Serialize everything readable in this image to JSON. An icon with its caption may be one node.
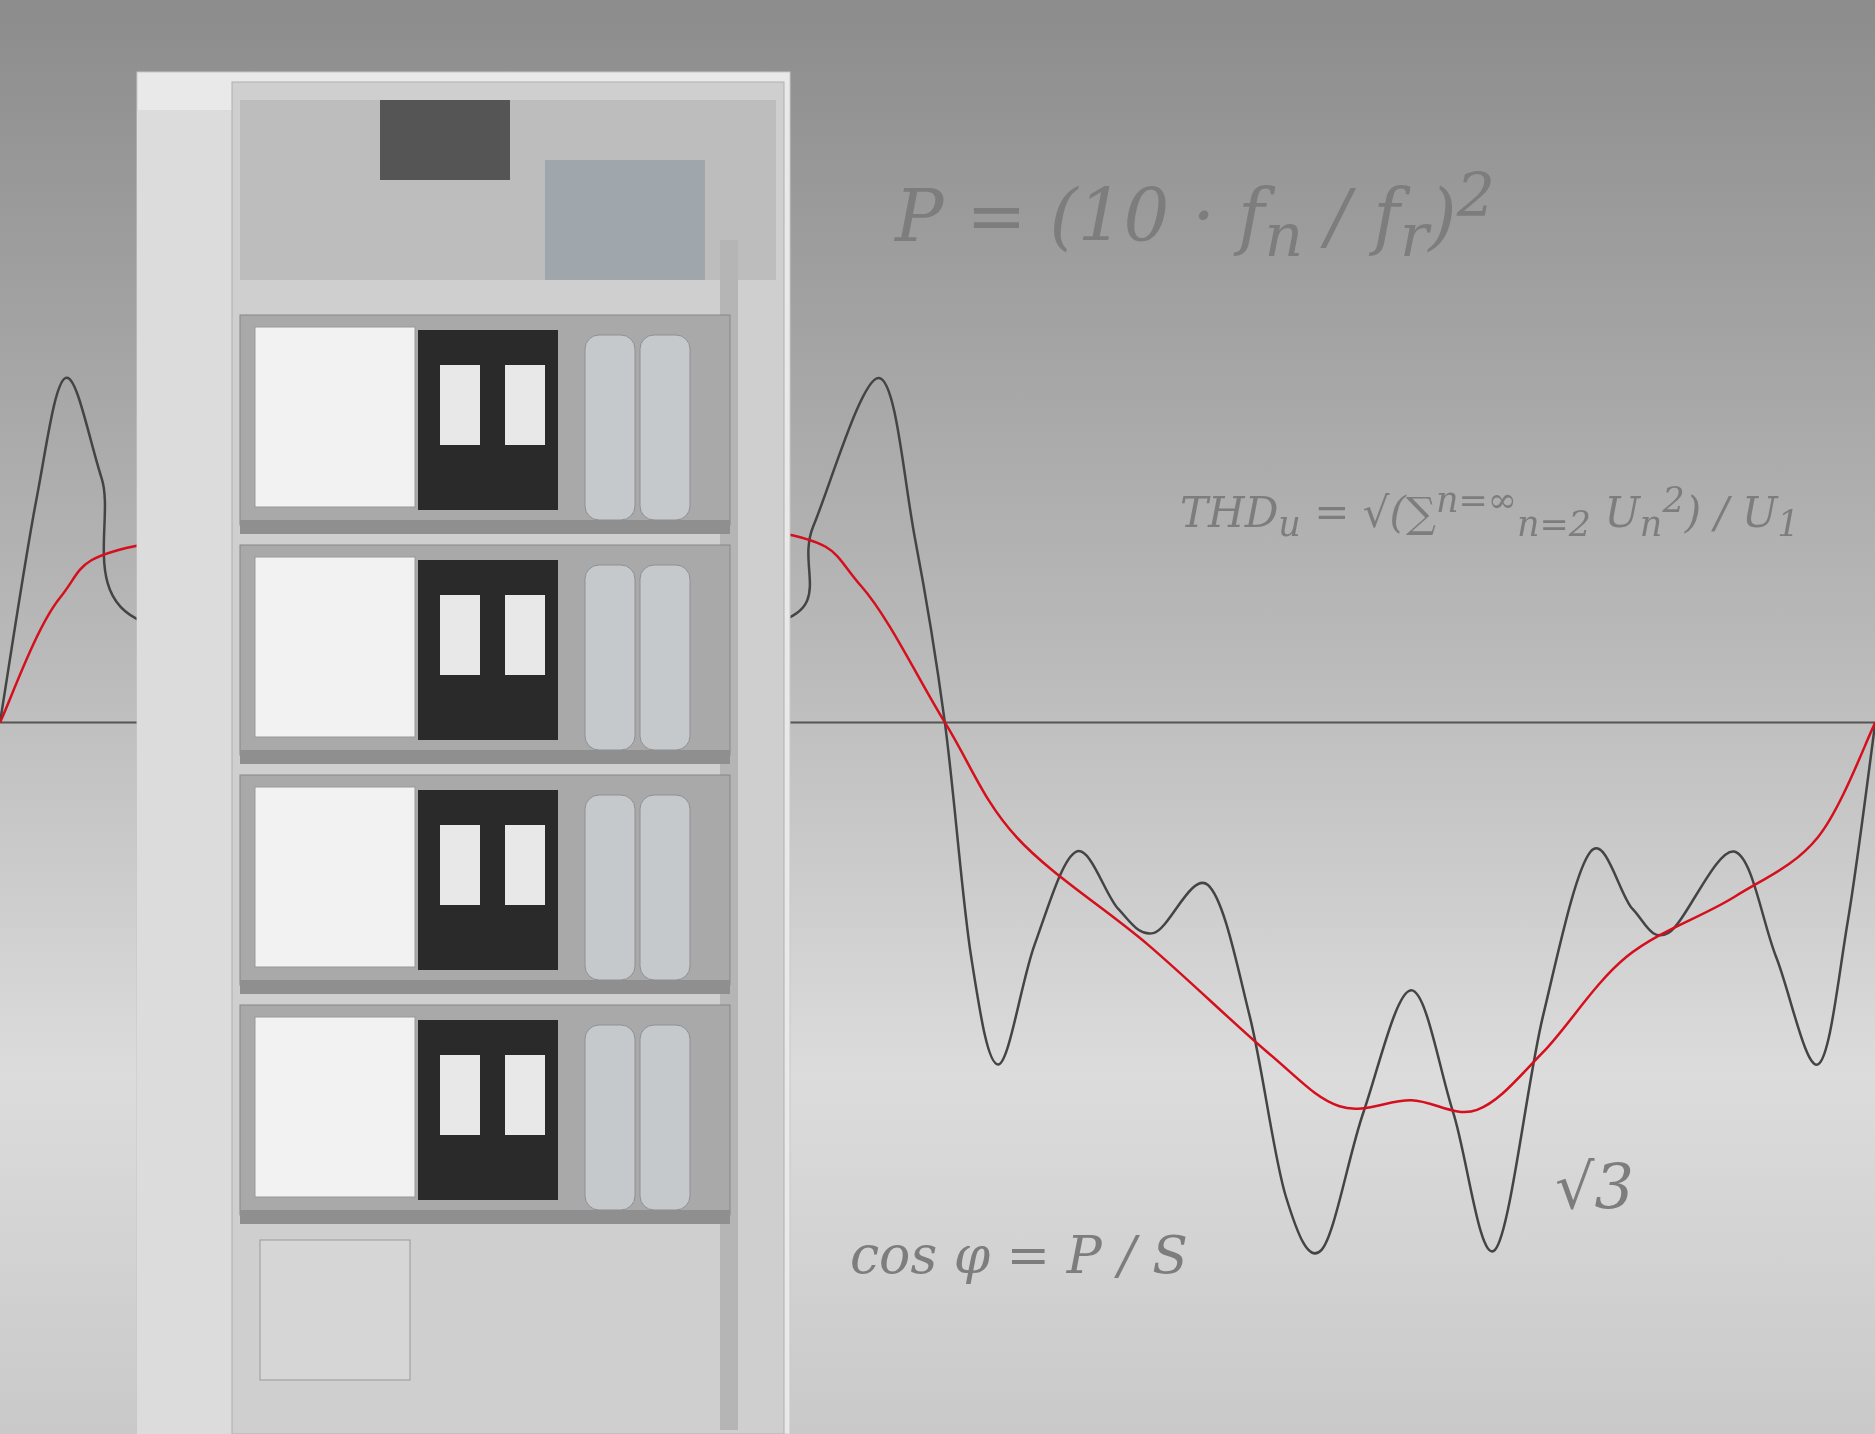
{
  "diagram": {
    "labels": [
      "P = (10 · f$_{n}$ / f$_{r}$)$^{2}$",
      "THD$_{u}$ = √(∑$^{n=∞}$$_{n=2}$ U$_{n}$$^{2}$) / U$_{1}$",
      "√3",
      "cos φ = P / S"
    ]
  }
}
